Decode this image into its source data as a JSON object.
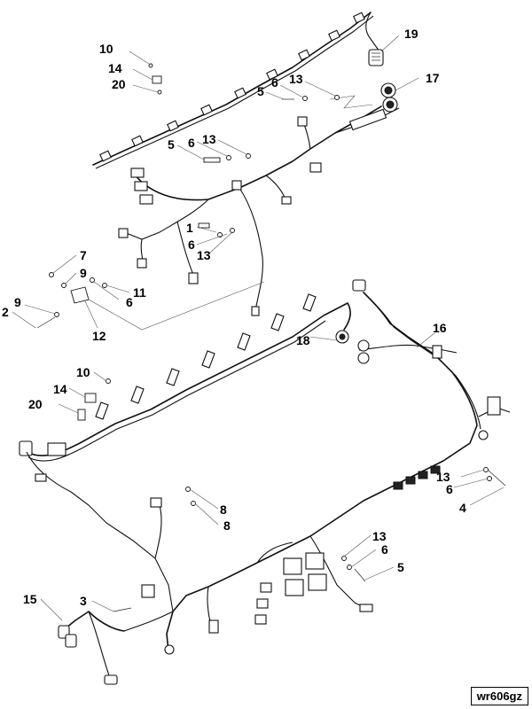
{
  "diagram": {
    "reference_code": "wr606gz",
    "callouts": [
      {
        "id": "c-10a",
        "text": "10"
      },
      {
        "id": "c-14a",
        "text": "14"
      },
      {
        "id": "c-20a",
        "text": "20"
      },
      {
        "id": "c-19",
        "text": "19"
      },
      {
        "id": "c-17",
        "text": "17"
      },
      {
        "id": "c-13a",
        "text": "13"
      },
      {
        "id": "c-6a",
        "text": "6"
      },
      {
        "id": "c-5a",
        "text": "5"
      },
      {
        "id": "c-5b",
        "text": "5"
      },
      {
        "id": "c-6b",
        "text": "6"
      },
      {
        "id": "c-13b",
        "text": "13"
      },
      {
        "id": "c-1",
        "text": "1"
      },
      {
        "id": "c-6c",
        "text": "6"
      },
      {
        "id": "c-13c",
        "text": "13"
      },
      {
        "id": "c-7",
        "text": "7"
      },
      {
        "id": "c-9a",
        "text": "9"
      },
      {
        "id": "c-11",
        "text": "11"
      },
      {
        "id": "c-6d",
        "text": "6"
      },
      {
        "id": "c-9b",
        "text": "9"
      },
      {
        "id": "c-2",
        "text": "2"
      },
      {
        "id": "c-12",
        "text": "12"
      },
      {
        "id": "c-18",
        "text": "18"
      },
      {
        "id": "c-16",
        "text": "16"
      },
      {
        "id": "c-10b",
        "text": "10"
      },
      {
        "id": "c-14b",
        "text": "14"
      },
      {
        "id": "c-20b",
        "text": "20"
      },
      {
        "id": "c-13d",
        "text": "13"
      },
      {
        "id": "c-6e",
        "text": "6"
      },
      {
        "id": "c-4",
        "text": "4"
      },
      {
        "id": "c-8a",
        "text": "8"
      },
      {
        "id": "c-8b",
        "text": "8"
      },
      {
        "id": "c-13e",
        "text": "13"
      },
      {
        "id": "c-6f",
        "text": "6"
      },
      {
        "id": "c-5c",
        "text": "5"
      },
      {
        "id": "c-15",
        "text": "15"
      },
      {
        "id": "c-3",
        "text": "3"
      }
    ]
  }
}
